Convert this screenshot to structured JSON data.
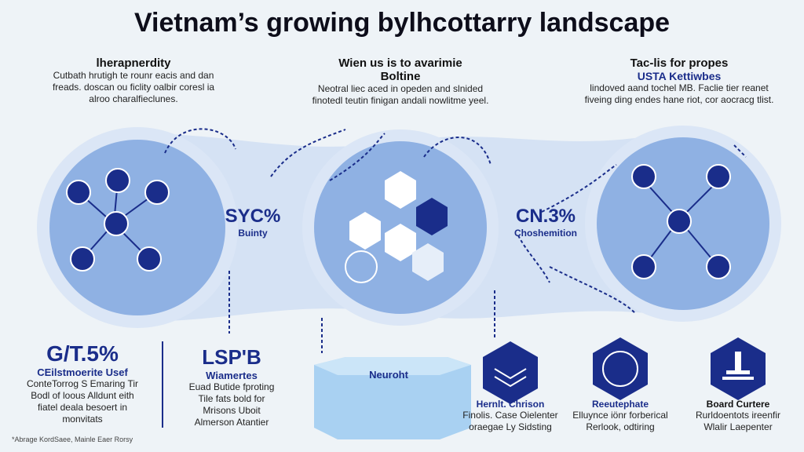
{
  "title": "Vietnam’s growing bylhcottarry landscape",
  "columns": [
    {
      "heading": "lherapnerdity",
      "text": [
        "Cutbath hrutigh te rounr eacis and dan",
        "freads. doscan ou ficlity oalbir coresl ia",
        "alroo charalfieclunes."
      ]
    },
    {
      "heading": "Wien us is to avarimie",
      "heading2": "Boltine",
      "text": [
        "Neotral liec aced in opeden and slnided",
        "finotedl teutin finigan andali nowlitme yeel."
      ]
    },
    {
      "heading": "Tac-lis for propes",
      "subheading": "USTA Kettiwbes",
      "text": [
        "lindoved aand tochel MB. Faclie tier reanet",
        "fiveing ding endes hane riot, cor aocracg tlist."
      ]
    }
  ],
  "mid_stats": [
    {
      "value": "SYC%",
      "label": "Buinty"
    },
    {
      "value": "CN.3%",
      "label": "Choshemition"
    }
  ],
  "bottom_stats": [
    {
      "value": "G/T.5%",
      "label": "CEilstmoerite Usef",
      "text": [
        "ConteTorrog S Emaring Tir",
        "Bodl of loous Alldunt eith",
        "fiatel deala besoert in",
        "monvitats"
      ]
    },
    {
      "value": "LSP'B",
      "label": "Wiamertes",
      "text": [
        "Euad Butide fproting",
        "Tile fats bold for",
        "Mrisons Uboit",
        "Almerson Atantier"
      ]
    }
  ],
  "box_label": "Neuroht",
  "icons": [
    {
      "icon": "layers-icon",
      "title": "Hernlt. Chrison",
      "text": [
        "Finolis. Case Oielenter",
        "oraegae Ly Sidsting"
      ]
    },
    {
      "icon": "building-icon",
      "title": "Reeutephate",
      "text": [
        "Elluynce iönr forberical",
        "Rerlook, odtiring"
      ]
    },
    {
      "icon": "stamp-icon",
      "title": "Board Curtere",
      "text": [
        "Rurldoentots ireenfir",
        "Wlalir Laepenter"
      ]
    }
  ],
  "footnote": "*Abrage KordSaee, Mainle Eaer Rorsy",
  "colors": {
    "primary": "#1a2d8a",
    "circle": "#8fb1e3",
    "halo": "#d5e2f4"
  }
}
